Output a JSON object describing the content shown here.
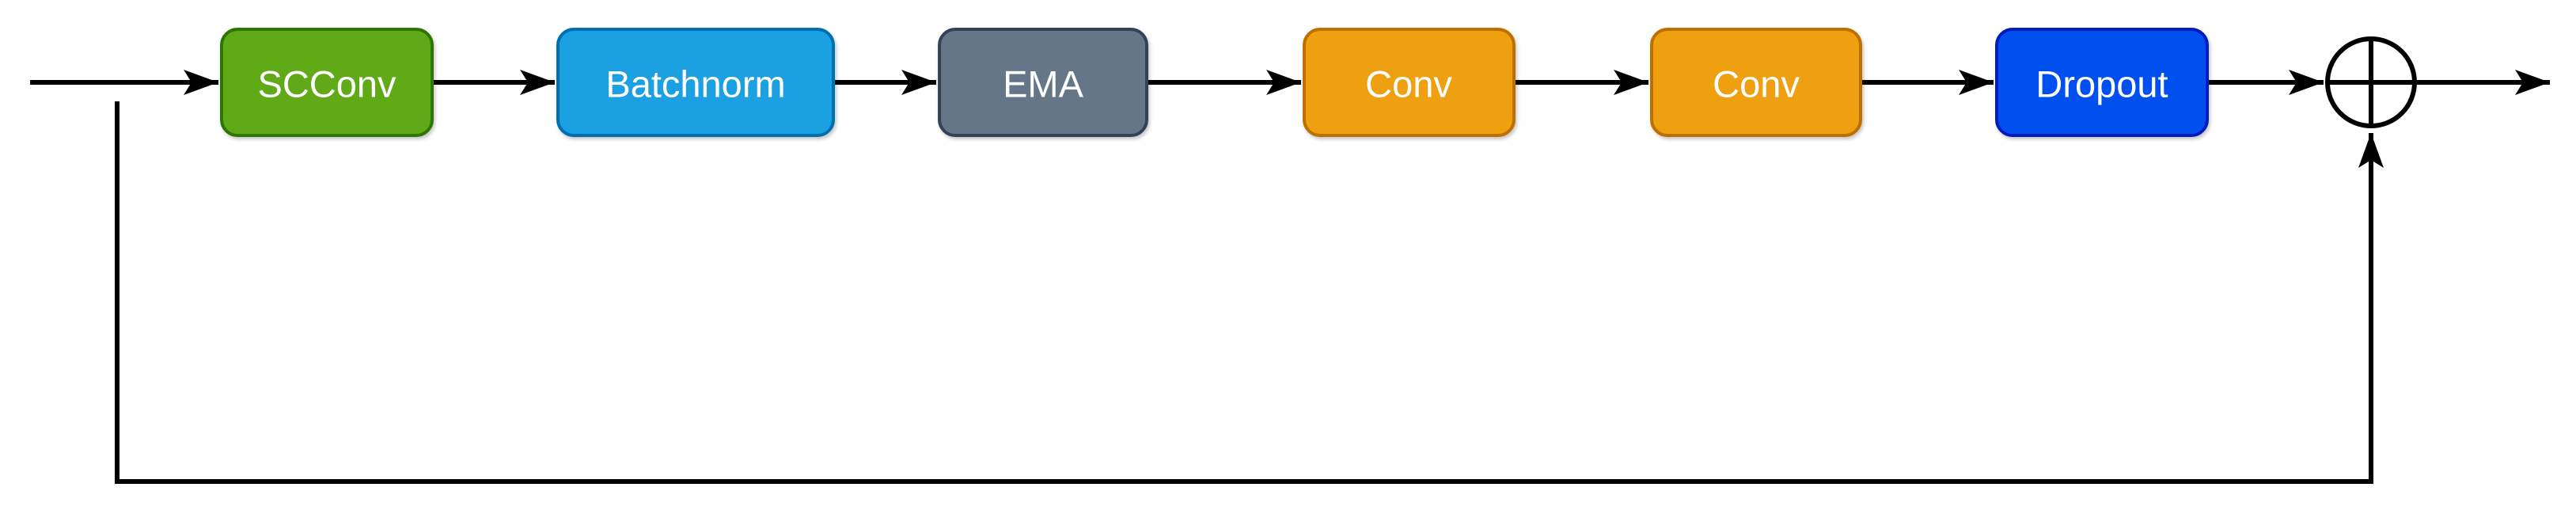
{
  "diagram": {
    "background": "#ffffff",
    "line_color": "#000000",
    "nodes": [
      {
        "id": "scconv",
        "label": "SCConv",
        "fill": "#60A917",
        "stroke": "#2D7600",
        "text_color": "#ffffff"
      },
      {
        "id": "batchnorm",
        "label": "Batchnorm",
        "fill": "#1BA1E2",
        "stroke": "#006EAF",
        "text_color": "#ffffff"
      },
      {
        "id": "ema",
        "label": "EMA",
        "fill": "#647687",
        "stroke": "#314354",
        "text_color": "#ffffff"
      },
      {
        "id": "conv1",
        "label": "Conv",
        "fill": "#EFA011",
        "stroke": "#BD7000",
        "text_color": "#ffffff"
      },
      {
        "id": "conv2",
        "label": "Conv",
        "fill": "#EFA011",
        "stroke": "#BD7000",
        "text_color": "#ffffff"
      },
      {
        "id": "dropout",
        "label": "Dropout",
        "fill": "#0050EF",
        "stroke": "#001DBC",
        "text_color": "#ffffff"
      }
    ],
    "operator": {
      "id": "add",
      "name": "element-wise addition",
      "symbol": "plus-in-circle",
      "fill": "#FFFFFF",
      "stroke": "#000000"
    },
    "edges": [
      {
        "from": "input",
        "to": "scconv",
        "type": "flow"
      },
      {
        "from": "scconv",
        "to": "batchnorm",
        "type": "flow"
      },
      {
        "from": "batchnorm",
        "to": "ema",
        "type": "flow"
      },
      {
        "from": "ema",
        "to": "conv1",
        "type": "flow"
      },
      {
        "from": "conv1",
        "to": "conv2",
        "type": "flow"
      },
      {
        "from": "conv2",
        "to": "dropout",
        "type": "flow"
      },
      {
        "from": "dropout",
        "to": "add",
        "type": "flow"
      },
      {
        "from": "add",
        "to": "output",
        "type": "flow"
      },
      {
        "from": "input",
        "to": "add",
        "type": "skip-connection"
      }
    ]
  }
}
